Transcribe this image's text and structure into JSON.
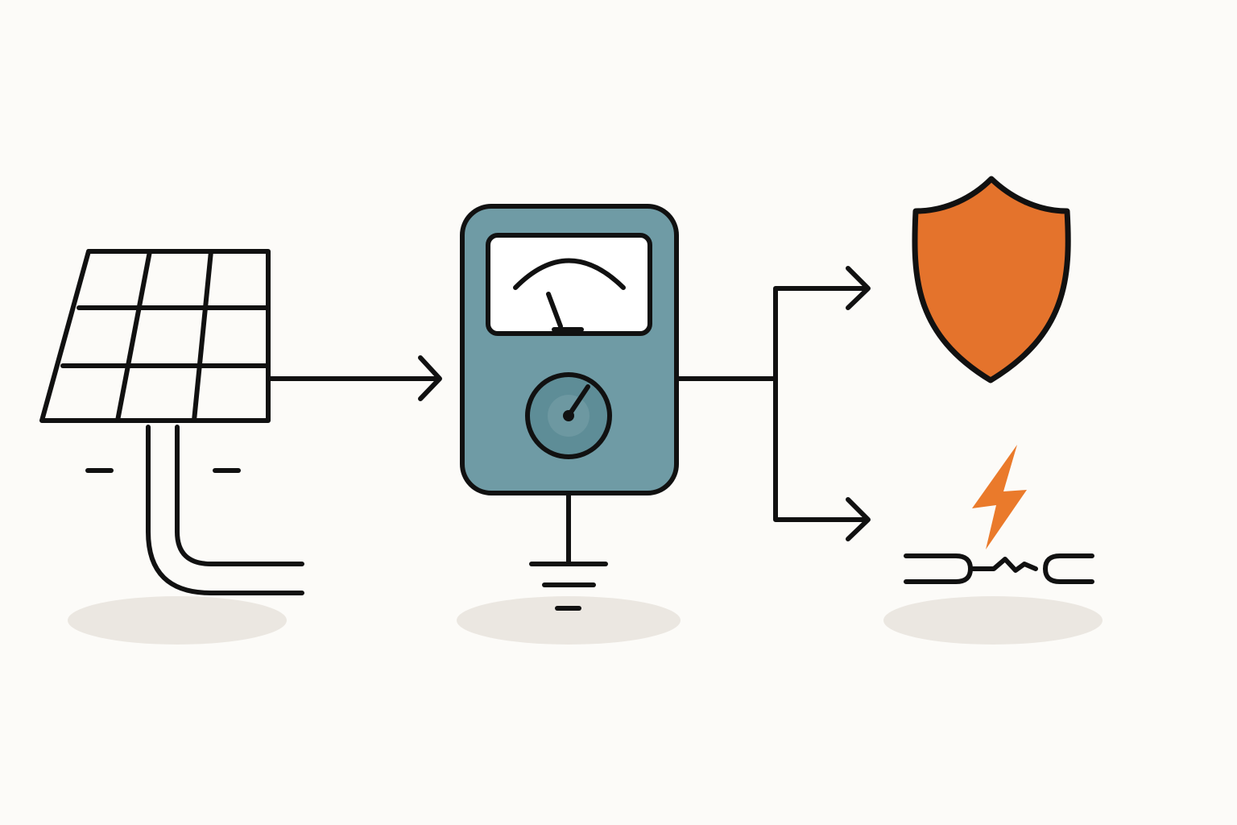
{
  "colors": {
    "background": "#fcfbf8",
    "line": "#111111",
    "shadow": "#ebe7e1",
    "meter_body": "#6f9ba5",
    "meter_dial_bg": "#5e8d97",
    "shield": "#e4732c",
    "spark": "#ea7a2b",
    "display_bg": "#ffffff"
  },
  "nodes": [
    {
      "id": "solar-panel",
      "icon": "solar-panel-icon"
    },
    {
      "id": "meter",
      "icon": "analog-meter-icon"
    },
    {
      "id": "protection",
      "icon": "shield-icon"
    },
    {
      "id": "fault",
      "icon": "broken-wire-spark-icon"
    }
  ],
  "connections": [
    {
      "from": "solar-panel",
      "to": "meter"
    },
    {
      "from": "meter",
      "to": "protection"
    },
    {
      "from": "meter",
      "to": "fault"
    }
  ],
  "symbols": [
    "ground-symbol-icon",
    "minus-sign-icon",
    "lightning-bolt-icon"
  ]
}
